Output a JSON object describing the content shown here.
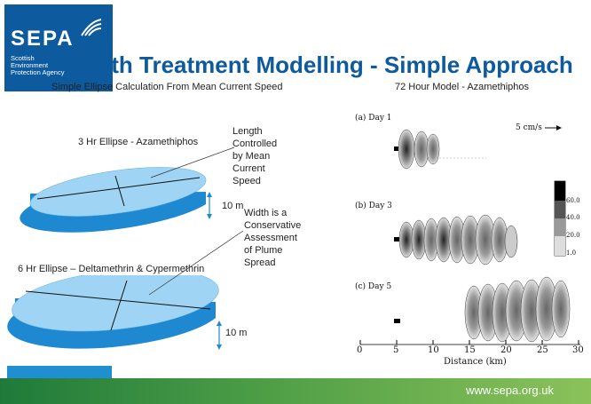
{
  "logo": {
    "wordmark": "SEPA",
    "agency_name": "Scottish Environment Protection Agency"
  },
  "slide": {
    "title": "Bath Treatment Modelling - Simple Approach",
    "left_heading": "Simple Ellipse Calculation From Mean Current Speed",
    "right_heading": "72 Hour Model - Azamethiphos"
  },
  "ellipse_small": {
    "label": "3 Hr Ellipse - Azamethiphos",
    "height_label": "10 m"
  },
  "ellipse_large": {
    "label": "6 Hr Ellipse – Deltamethrin & Cypermethrin",
    "height_label": "10 m"
  },
  "callouts": {
    "length": "Length Controlled by Mean Current Speed",
    "width": "Width is a Conservative Assessment of Plume Spread"
  },
  "model": {
    "panels": [
      "(a) Day 1",
      "(b) Day 3",
      "(c) Day 5"
    ],
    "scale_label": "5 cm/s",
    "legend_values": [
      "60.0",
      "40.0",
      "20.0",
      "1.0"
    ],
    "x_ticks": [
      "0",
      "5",
      "10",
      "15",
      "20",
      "25",
      "30"
    ],
    "x_label": "Distance (km)"
  },
  "footer": {
    "url": "www.sepa.org.uk"
  },
  "colors": {
    "brand_blue": "#0d5a9f",
    "ellipse_top": "#9fd4f5",
    "ellipse_side": "#1e88d1",
    "footer_green": "#4e9e46"
  }
}
